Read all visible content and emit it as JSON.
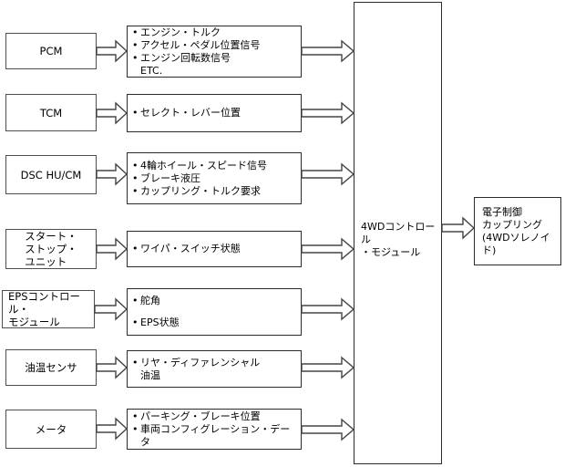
{
  "glyphs": {
    "bullet": "•"
  },
  "colors": {
    "background": "#ffffff",
    "text": "#000000",
    "source_border": "#4e4e4e",
    "signal_border": "#2b2b2b",
    "arrow_outline": "#454545",
    "arrow_fill": "#ffffff"
  },
  "controller": {
    "label": "4WDコントロール\n・モジュール"
  },
  "output": {
    "label": "電子制御\nカップリング\n(4WDソレノイド)"
  },
  "rows": [
    {
      "source": "PCM",
      "signals": [
        {
          "text": "エンジン・トルク"
        },
        {
          "text": "アクセル・ペダル位置信号"
        },
        {
          "text": "エンジン回転数信号"
        },
        {
          "text": "ETC."
        }
      ]
    },
    {
      "source": "TCM",
      "signals": [
        {
          "text": "セレクト・レバー位置"
        }
      ]
    },
    {
      "source": "DSC HU/CM",
      "signals": [
        {
          "text": "4輪ホイール・スピード信号"
        },
        {
          "text": "ブレーキ液圧"
        },
        {
          "text": "カップリング・トルク要求"
        }
      ]
    },
    {
      "source": "スタート・\nストップ・\nユニット",
      "signals": [
        {
          "text": "ワイパ・スイッチ状態"
        }
      ]
    },
    {
      "source": "EPSコントロール・\nモジュール",
      "signals": [
        {
          "text": "舵角"
        },
        {
          "text": "EPS状態"
        }
      ]
    },
    {
      "source": "油温センサ",
      "signals": [
        {
          "text": "リヤ・ディファレンシャル"
        },
        {
          "text": "油温"
        }
      ]
    },
    {
      "source": "メータ",
      "signals": [
        {
          "text": "パーキング・ブレーキ位置"
        },
        {
          "text": "車両コンフィグレーション・データ"
        }
      ]
    }
  ]
}
